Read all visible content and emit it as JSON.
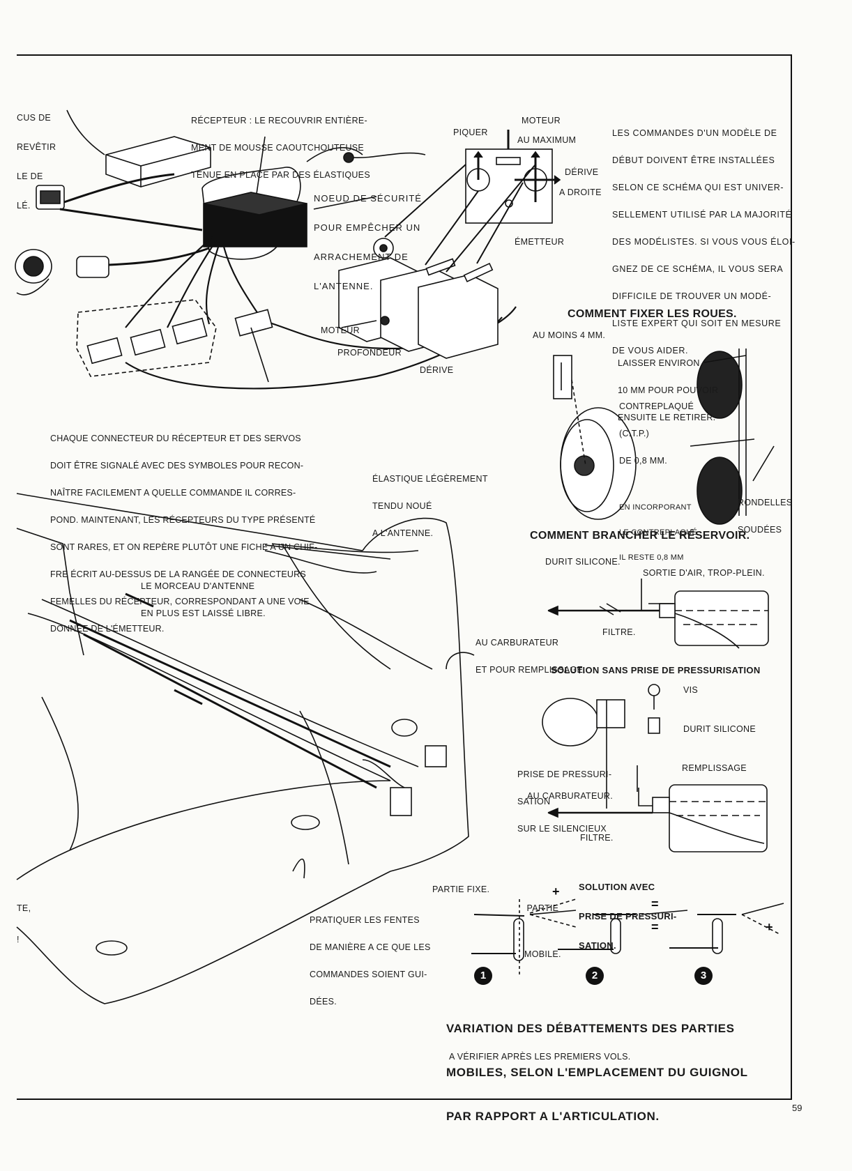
{
  "page_number": "59",
  "receiver_section": {
    "left_fragment_lines": [
      "CUS DE",
      "REVÊTIR",
      "LE DE",
      "LÉ."
    ],
    "receptor_note": [
      "RÉCEPTEUR : LE RECOUVRIR ENTIÈRE-",
      "MENT DE MOUSSE CAOUTCHOUTEUSE",
      "TENUE EN PLACE PAR DES ÉLASTIQUES"
    ],
    "safety_knot": [
      "NOEUD DE SÉCURITÉ",
      "POUR EMPÊCHER UN",
      "ARRACHEMENT DE",
      "L'ANTENNE."
    ],
    "label_moteur_top": "MOTEUR",
    "label_piquer": "PIQUER",
    "label_au_maximum": "AU MAXIMUM",
    "label_derive_top": "DÉRIVE",
    "label_a_droite": "A DROITE",
    "label_emetteur": "ÉMETTEUR",
    "label_moteur_servo": "MOTEUR",
    "label_profondeur": "PROFONDEUR",
    "label_derive_servo": "DÉRIVE",
    "commands_note": [
      "LES COMMANDES D'UN MODÈLE DE",
      "DÉBUT DOIVENT ÊTRE INSTALLÉES",
      "SELON CE SCHÉMA QUI EST UNIVER-",
      "SELLEMENT UTILISÉ PAR LA MAJORITÉ",
      "DES MODÉLISTES. SI VOUS VOUS ÉLOI-",
      "GNEZ DE CE SCHÉMA, IL VOUS SERA",
      "DIFFICILE DE TROUVER UN MODÉ-",
      "LISTE EXPERT QUI SOIT EN MESURE",
      "DE VOUS AIDER."
    ],
    "connector_note": [
      "CHAQUE CONNECTEUR DU RÉCEPTEUR ET DES SERVOS",
      "DOIT ÊTRE SIGNALÉ AVEC DES SYMBOLES POUR RECON-",
      "NAÎTRE FACILEMENT A QUELLE COMMANDE IL CORRES-",
      "POND. MAINTENANT, LES RÉCEPTEURS DU TYPE PRÉSENTÉ",
      "SONT RARES, ET ON REPÈRE PLUTÔT UNE FICHE A UN CHIF-",
      "FRE ÉCRIT AU-DESSUS DE LA RANGÉE DE CONNECTEURS",
      "FEMELLES DU RÉCEPTEUR, CORRESPONDANT A UNE VOIE",
      "DONNÉE DE L'ÉMETTEUR."
    ]
  },
  "tail_section": {
    "elastique": [
      "ÉLASTIQUE LÉGÈREMENT",
      "TENDU NOUÉ",
      "A L'ANTENNE."
    ],
    "morceau": [
      "LE MORCEAU D'ANTENNE",
      "EN PLUS EST LAISSÉ LIBRE."
    ],
    "fentes": [
      "PRATIQUER LES FENTES",
      "DE MANIÈRE A CE QUE LES",
      "COMMANDES SOIENT GUI-",
      "DÉES."
    ],
    "left_fragment": [
      "TE,",
      "!"
    ]
  },
  "wheels": {
    "title": "COMMENT FIXER LES ROUES.",
    "au_moins": "AU MOINS 4 MM.",
    "laisser": [
      "LAISSER ENVIRON",
      "10 MM POUR POUVOIR",
      "ENSUITE LE RETIRER."
    ],
    "contreplaque": [
      "CONTREPLAQUÉ",
      "(C.T.P.)",
      "DE 0,8 MM."
    ],
    "incorporant": [
      "EN INCORPORANT",
      "LE CONTREPLAQUÉ",
      "IL RESTE 0,8 MM"
    ],
    "rondelles": [
      "RONDELLES",
      "SOUDÉES"
    ]
  },
  "tank": {
    "title": "COMMENT BRANCHER LE RÉSERVOIR.",
    "durit_top": "DURIT SILICONE.",
    "sortie": "SORTIE D'AIR, TROP-PLEIN.",
    "carburateur": [
      "AU CARBURATEUR",
      "ET POUR REMPLISSAGE."
    ],
    "filtre_top": "FILTRE.",
    "solution_sans": "SOLUTION SANS PRISE DE PRESSURISATION",
    "vis": "VIS",
    "durit_bottom": "DURIT SILICONE",
    "prise": [
      "PRISE DE PRESSURI-",
      "SATION",
      "SUR LE SILENCIEUX"
    ],
    "remplissage": "REMPLISSAGE",
    "au_carburateur_bottom": "AU CARBURATEUR.",
    "filtre_bottom": "FILTRE."
  },
  "hinge": {
    "solution_avec": [
      "SOLUTION AVEC",
      "PRISE DE PRESSURI-",
      "SATION."
    ],
    "partie_fixe": "PARTIE FIXE.",
    "partie_mobile": [
      "PARTIE",
      "MOBILE."
    ],
    "numbers": [
      "1",
      "2",
      "3"
    ],
    "caption": [
      "VARIATION DES DÉBATTEMENTS DES PARTIES",
      "MOBILES, SELON L'EMPLACEMENT DU GUIGNOL",
      "PAR RAPPORT A L'ARTICULATION."
    ],
    "check_note": "A VÉRIFIER APRÈS LES PREMIERS VOLS."
  }
}
